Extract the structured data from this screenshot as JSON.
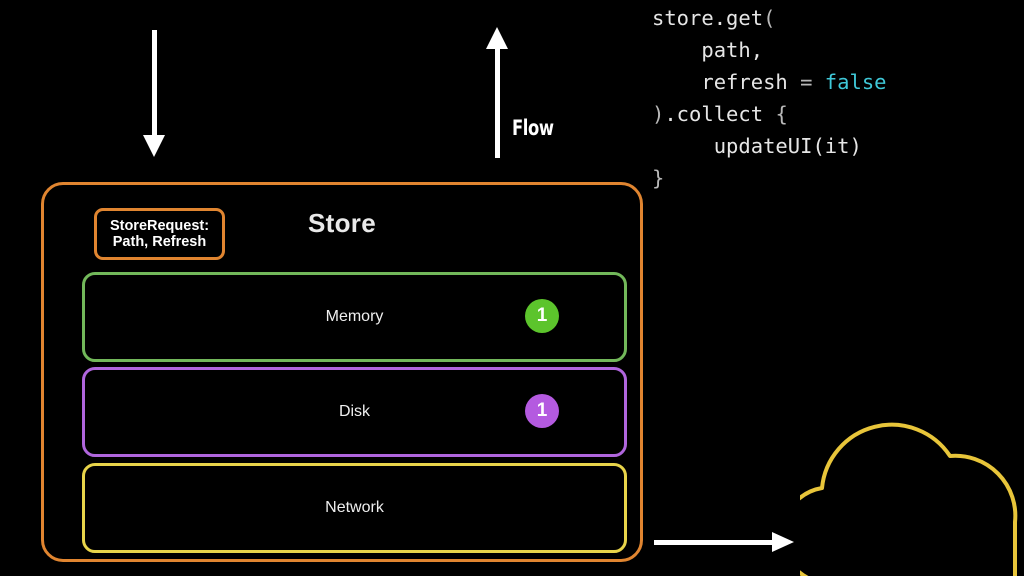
{
  "diagram": {
    "title": "Store",
    "flow_label": "Flow",
    "store_request": {
      "line1": "StoreRequest:",
      "line2": "Path, Refresh"
    },
    "layers": [
      {
        "label": "Memory",
        "badge": "1",
        "border_color": "#72b85a",
        "badge_color": "#5cc42c"
      },
      {
        "label": "Disk",
        "badge": "1",
        "border_color": "#b066dd",
        "badge_color": "#b45ae0"
      },
      {
        "label": "Network",
        "badge": "",
        "border_color": "#e8d44a",
        "badge_color": ""
      }
    ],
    "arrows": [
      {
        "name": "request-arrow-down",
        "direction": "down"
      },
      {
        "name": "flow-arrow-up",
        "direction": "up"
      },
      {
        "name": "network-arrow-right",
        "direction": "right"
      }
    ],
    "cloud": {
      "name": "cloud-icon",
      "color": "#e8c53a"
    },
    "colors": {
      "background": "#000000",
      "store_border": "#e08530",
      "text": "#efefef",
      "arrow": "#ffffff"
    }
  },
  "code": {
    "language": "kotlin",
    "lines": [
      {
        "segments": [
          {
            "t": "store.get",
            "c": "plain"
          },
          {
            "t": "(",
            "c": "punct"
          }
        ]
      },
      {
        "segments": [
          {
            "t": "    path,",
            "c": "plain"
          }
        ]
      },
      {
        "segments": [
          {
            "t": "    refresh ",
            "c": "plain"
          },
          {
            "t": "= ",
            "c": "punct"
          },
          {
            "t": "false",
            "c": "kw"
          }
        ]
      },
      {
        "segments": [
          {
            "t": ")",
            "c": "punct"
          },
          {
            "t": ".collect ",
            "c": "plain"
          },
          {
            "t": "{",
            "c": "punct"
          }
        ]
      },
      {
        "segments": [
          {
            "t": "     updateUI(it)",
            "c": "plain"
          }
        ]
      },
      {
        "segments": [
          {
            "t": "}",
            "c": "punct"
          }
        ]
      }
    ],
    "full_text": "store.get(\n    path,\n    refresh = false\n).collect {\n     updateUI(it)\n}"
  }
}
